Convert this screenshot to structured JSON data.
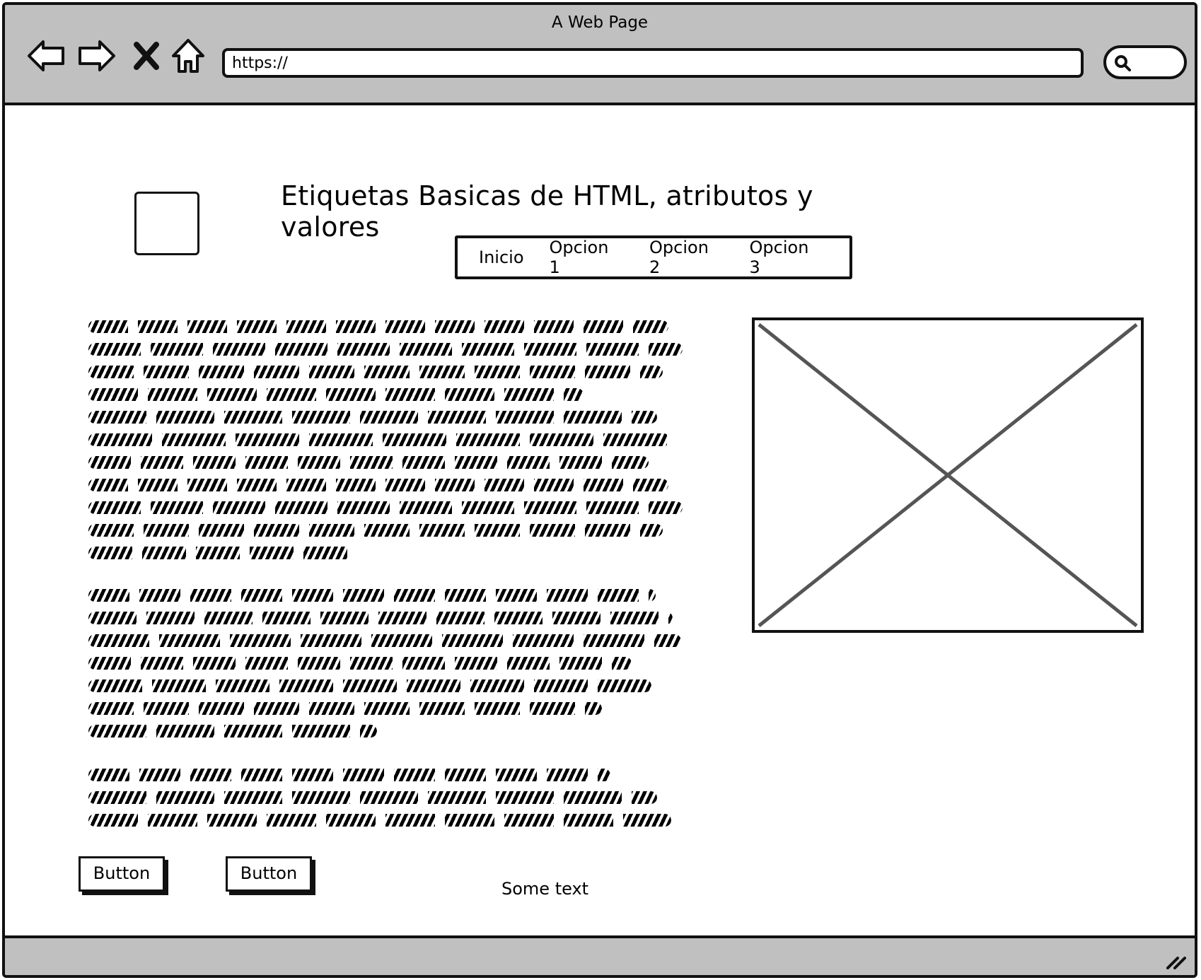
{
  "window": {
    "title": "A Web Page"
  },
  "browser": {
    "url": "https://",
    "icons": [
      "back-arrow-icon",
      "forward-arrow-icon",
      "stop-icon",
      "home-icon",
      "search-icon"
    ]
  },
  "page": {
    "title": "Etiquetas Basicas de HTML, atributos y valores",
    "menu": [
      {
        "label": "Inicio"
      },
      {
        "label": "Opcion 1"
      },
      {
        "label": "Opcion 2"
      },
      {
        "label": "Opcion 3"
      }
    ],
    "buttons": [
      {
        "label": "Button"
      },
      {
        "label": "Button"
      }
    ],
    "footer_text": "Some text"
  },
  "colors": {
    "chrome": "#c0c0c0",
    "stroke": "#111111",
    "placeholder_line": "#555555"
  }
}
